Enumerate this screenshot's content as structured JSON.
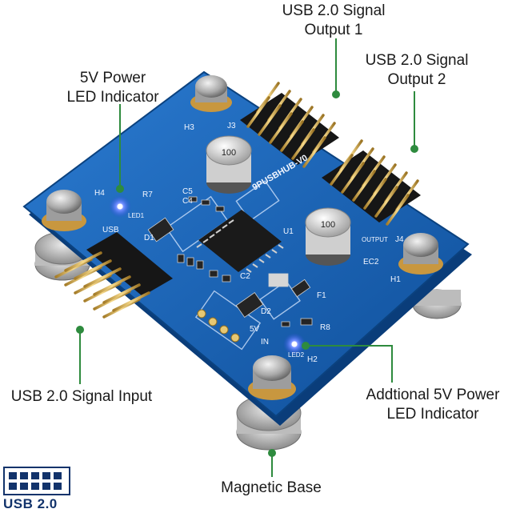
{
  "callouts": {
    "usb_out1": {
      "line1": "USB 2.0 Signal",
      "line2": "Output  1"
    },
    "usb_out2": {
      "line1": "USB 2.0 Signal",
      "line2": "Output  2"
    },
    "power_led": {
      "line1": "5V Power",
      "line2": "LED  Indicator"
    },
    "usb_input": {
      "line1": "USB 2.0 Signal Input"
    },
    "extra_led": {
      "line1": "Addtional  5V Power",
      "line2": "LED  Indicator"
    },
    "magnetic_base": {
      "line1": "Magnetic Base"
    }
  },
  "board": {
    "name": "9PUSBHUB-V0",
    "silk": {
      "r7": "R7",
      "h4": "H4",
      "led1": "LED1",
      "usb": "USB",
      "c5": "C5",
      "c4": "C4",
      "u1": "U1",
      "d1": "D1",
      "j3": "J3",
      "h3": "H3",
      "j4": "J4",
      "output": "OUTPUT",
      "ec2": "EC2",
      "h1": "H1",
      "c2": "C2",
      "f1": "F1",
      "d2": "D2",
      "r8": "R8",
      "led2": "LED2",
      "h2": "H2",
      "in": "IN",
      "v5": "5V",
      "cap1": "100",
      "cap2": "100"
    }
  },
  "logo": {
    "text": "USB 2.0"
  },
  "colors": {
    "pcb": "#1565b8",
    "callout": "#2e8b3e",
    "led": "#3a6bff",
    "logo": "#12336b"
  }
}
